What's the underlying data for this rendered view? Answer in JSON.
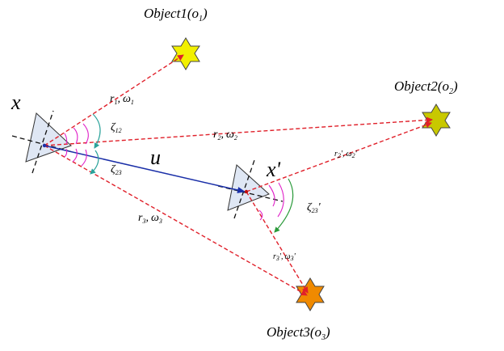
{
  "colors": {
    "ray": "#e0202a",
    "motion": "#1a2fa8",
    "angle_arc": "#2aa29a",
    "angle_arc_alt": "#2a9a3a",
    "angle_tick": "#e020c8",
    "camera_fill": "#dfe7f4",
    "star1": "#f2f000",
    "star2": "#c8c800",
    "star3": "#f08a00"
  },
  "labels": {
    "object1": "Object1",
    "object1_sym": "(o",
    "object1_sub": "1",
    "object2": "Object2",
    "object2_sym": "(o",
    "object2_sub": "2",
    "object3": "Object3",
    "object3_sym": "(o",
    "object3_sub": "3",
    "close_paren": ")",
    "x": "x",
    "x_prime": "x'",
    "u": "u",
    "r1": "r",
    "r1_sub": "1",
    "w1": "ω",
    "w1_sub": "1",
    "r2": "r",
    "r2_sub": "2",
    "w2": "ω",
    "w2_sub": "2",
    "r3": "r",
    "r3_sub": "3",
    "w3": "ω",
    "w3_sub": "3",
    "r2p": "r",
    "r2p_sub": "2",
    "r2p_prime": "'",
    "w2p": "ω",
    "w2p_sub": "2",
    "w2p_prime": "'",
    "r3p": "r",
    "r3p_sub": "3",
    "r3p_prime": "'",
    "w3p": "ω",
    "w3p_sub": "3",
    "w3p_prime": "'",
    "comma": ",",
    "zeta": "ζ",
    "zeta12_sub": "12",
    "zeta23_sub": "23",
    "zeta23p_sub": "23",
    "zeta23p_prime": "'"
  },
  "icons": {
    "object1": "six-point-star-icon",
    "object2": "six-point-star-icon",
    "object3": "six-point-star-icon",
    "camera_x": "camera-triangle-icon",
    "camera_x_prime": "camera-triangle-icon"
  }
}
